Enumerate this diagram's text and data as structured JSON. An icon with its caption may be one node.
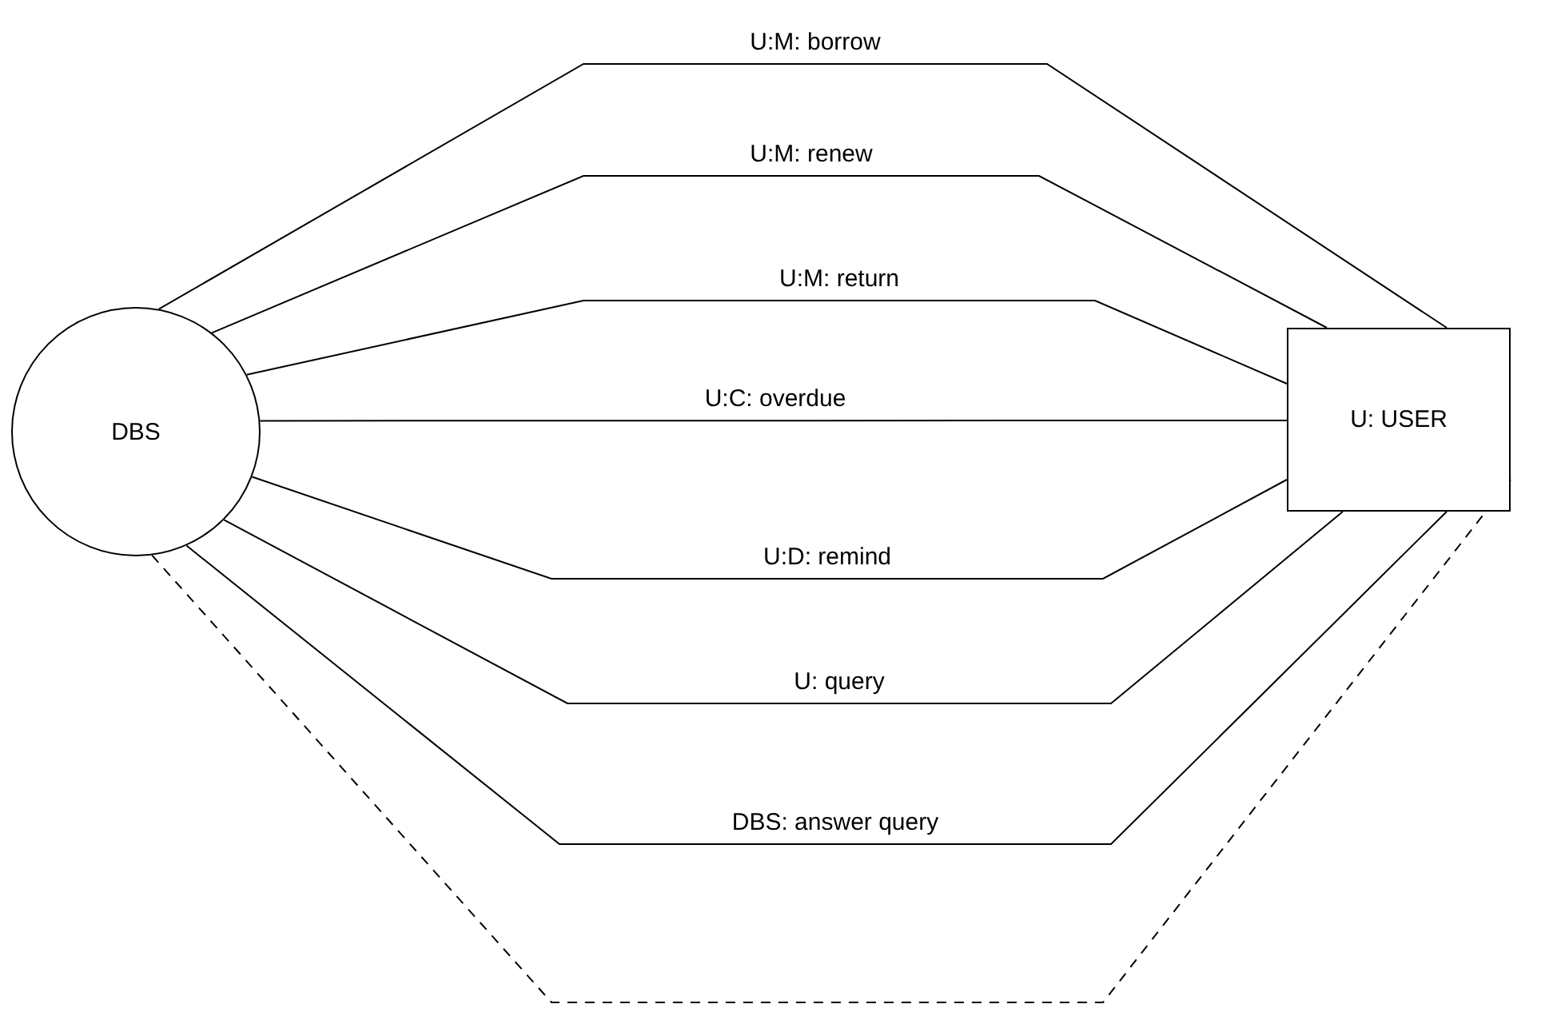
{
  "diagram": {
    "nodes": [
      {
        "text": [
          "DBS"
        ]
      },
      {
        "text": [
          "U: USER"
        ]
      }
    ],
    "edges": [
      {
        "from": 0,
        "to": 1,
        "arrow": "none",
        "label": "U:M: borrow"
      },
      {
        "from": 0,
        "to": 1,
        "arrow": "none",
        "label": "U:M: renew"
      },
      {
        "from": 0,
        "to": 1,
        "arrow": "none",
        "label": "U:M: return"
      },
      {
        "from": 0,
        "to": 1,
        "arrow": "none",
        "label": "U:C: overdue"
      },
      {
        "from": 0,
        "to": 1,
        "arrow": "none",
        "label": "U:D: remind"
      },
      {
        "from": 0,
        "to": 1,
        "arrow": "none",
        "label": "U: query"
      },
      {
        "from": 0,
        "to": 1,
        "arrow": "none",
        "label": "DBS: answer query"
      },
      {
        "from": 0,
        "to": 1,
        "arrow": "none",
        "style": "dashed"
      }
    ]
  }
}
